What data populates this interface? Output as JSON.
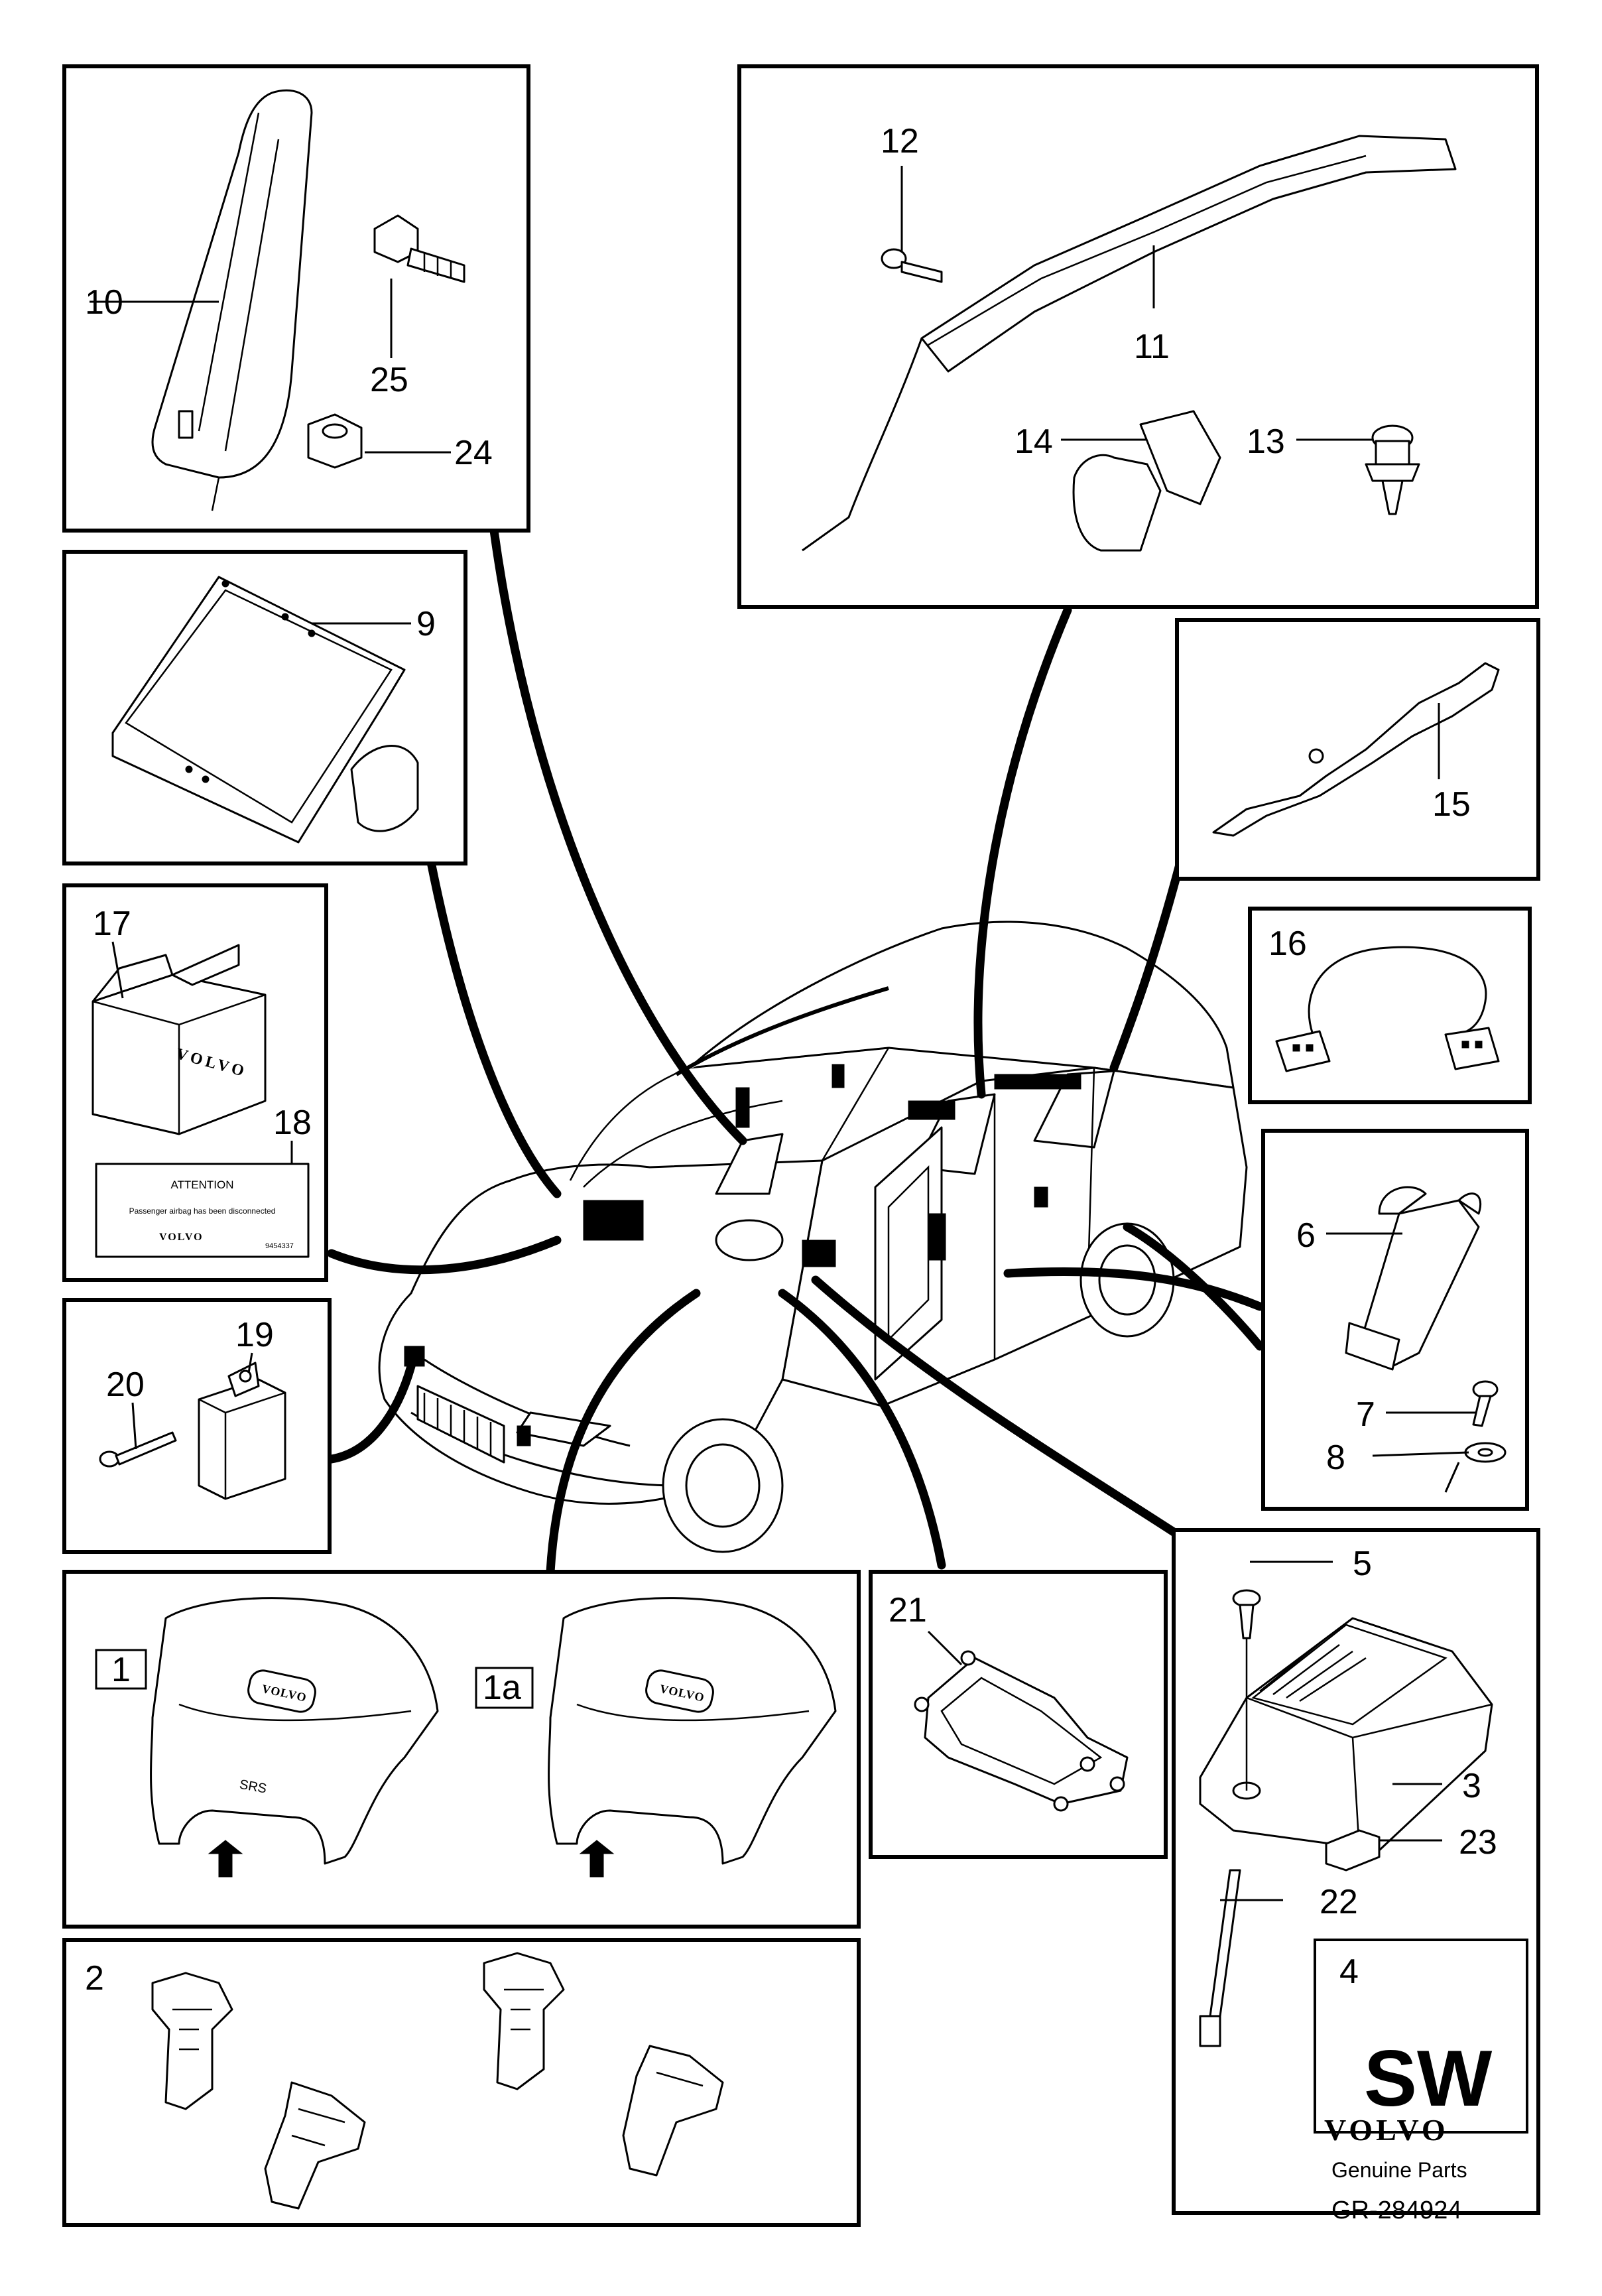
{
  "callouts": {
    "c1": "1",
    "c1a": "1a",
    "c2": "2",
    "c3": "3",
    "c4": "4",
    "c5": "5",
    "c6": "6",
    "c7": "7",
    "c8": "8",
    "c9": "9",
    "c10": "10",
    "c11": "11",
    "c12": "12",
    "c13": "13",
    "c14": "14",
    "c15": "15",
    "c16": "16",
    "c17": "17",
    "c18": "18",
    "c19": "19",
    "c20": "20",
    "c21": "21",
    "c22": "22",
    "c23": "23",
    "c24": "24",
    "c25": "25"
  },
  "sw_badge": "SW",
  "label_card": {
    "title": "ATTENTION",
    "message": "Passenger airbag has been disconnected",
    "brand": "VOLVO",
    "code": "9454337"
  },
  "box_brand": "VOLVO",
  "wheel_emblem": "VOLVO",
  "srs_mark": "SRS",
  "footer": {
    "brand": "VOLVO",
    "subtitle": "Genuine Parts",
    "ref": "GR-284924"
  }
}
